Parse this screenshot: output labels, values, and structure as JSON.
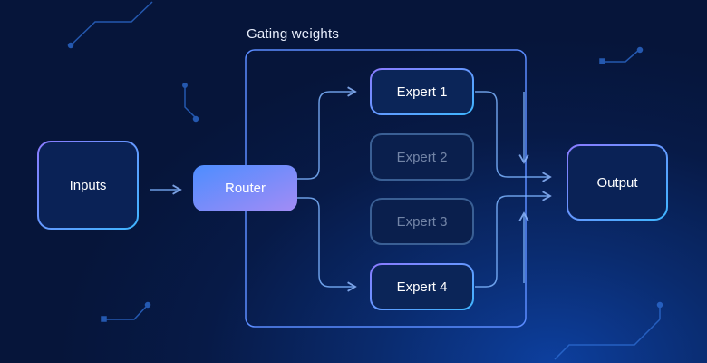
{
  "diagram": {
    "gating_label": "Gating weights",
    "inputs_label": "Inputs",
    "router_label": "Router",
    "output_label": "Output",
    "experts": [
      {
        "label": "Expert 1",
        "active": true
      },
      {
        "label": "Expert 2",
        "active": false
      },
      {
        "label": "Expert 3",
        "active": false
      },
      {
        "label": "Expert 4",
        "active": true
      }
    ]
  },
  "colors": {
    "accent_blue": "#4aa3ff",
    "accent_purple": "#9b8cff",
    "connector": "#7db4ff",
    "faded_box": "#3a5f94"
  }
}
